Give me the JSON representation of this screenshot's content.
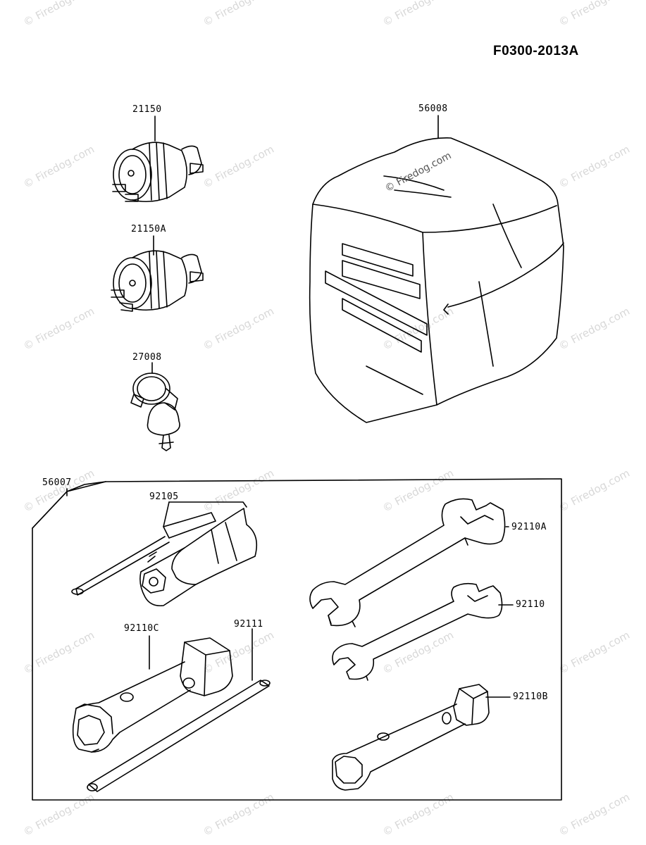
{
  "diagram_code": "F0300-2013A",
  "watermark": "© Firedog.com",
  "parts": {
    "p21150": "21150",
    "p21150A": "21150A",
    "p27008": "27008",
    "p56008": "56008",
    "p56007": "56007",
    "p92105": "92105",
    "p92110A": "92110A",
    "p92110": "92110",
    "p92110C": "92110C",
    "p92111": "92111",
    "p92110B": "92110B"
  }
}
